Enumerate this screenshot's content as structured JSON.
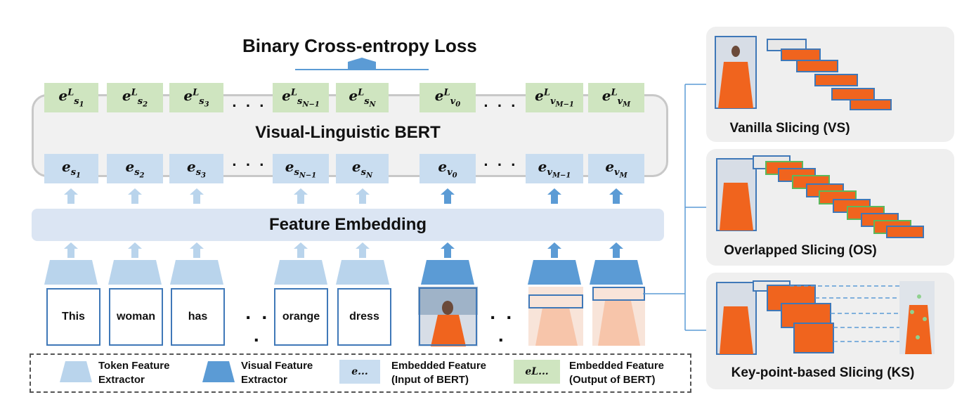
{
  "title": "Binary Cross-entropy Loss",
  "bert_label": "Visual-Linguistic BERT",
  "embedding_label": "Feature Embedding",
  "ellipsis": "· · ·",
  "output_tokens": [
    {
      "base": "e",
      "sub": "s",
      "subsub": "1",
      "sup": "L"
    },
    {
      "base": "e",
      "sub": "s",
      "subsub": "2",
      "sup": "L"
    },
    {
      "base": "e",
      "sub": "s",
      "subsub": "3",
      "sup": "L"
    },
    {
      "base": "e",
      "sub": "s",
      "subsub": "N−1",
      "sup": "L"
    },
    {
      "base": "e",
      "sub": "s",
      "subsub": "N",
      "sup": "L"
    },
    {
      "base": "e",
      "sub": "v",
      "subsub": "0",
      "sup": "L"
    },
    {
      "base": "e",
      "sub": "v",
      "subsub": "M−1",
      "sup": "L"
    },
    {
      "base": "e",
      "sub": "v",
      "subsub": "M",
      "sup": "L"
    }
  ],
  "input_tokens": [
    {
      "base": "e",
      "sub": "s",
      "subsub": "1"
    },
    {
      "base": "e",
      "sub": "s",
      "subsub": "2"
    },
    {
      "base": "e",
      "sub": "s",
      "subsub": "3"
    },
    {
      "base": "e",
      "sub": "s",
      "subsub": "N−1"
    },
    {
      "base": "e",
      "sub": "s",
      "subsub": "N"
    },
    {
      "base": "e",
      "sub": "v",
      "subsub": "0"
    },
    {
      "base": "e",
      "sub": "v",
      "subsub": "M−1"
    },
    {
      "base": "e",
      "sub": "v",
      "subsub": "M"
    }
  ],
  "words": [
    "This",
    "woman",
    "has",
    "orange",
    "dress"
  ],
  "slicing_panels": [
    {
      "label": "Vanilla Slicing (VS)"
    },
    {
      "label": "Overlapped Slicing (OS)"
    },
    {
      "label": "Key-point-based Slicing (KS)"
    }
  ],
  "legend": {
    "token_extractor": "Token Feature\nExtractor",
    "visual_extractor": "Visual Feature\nExtractor",
    "embedded_input_symbol": "e...",
    "embedded_input": "Embedded Feature\n(Input of BERT)",
    "embedded_output_symbol": "eL...",
    "embedded_output": "Embedded Feature\n(Output of BERT)"
  },
  "colors": {
    "light_blue": "#b9d4ec",
    "dark_blue": "#5b9bd5",
    "green": "#cfe5c0",
    "orange": "#f0641e",
    "panel_bg": "#efefef"
  }
}
